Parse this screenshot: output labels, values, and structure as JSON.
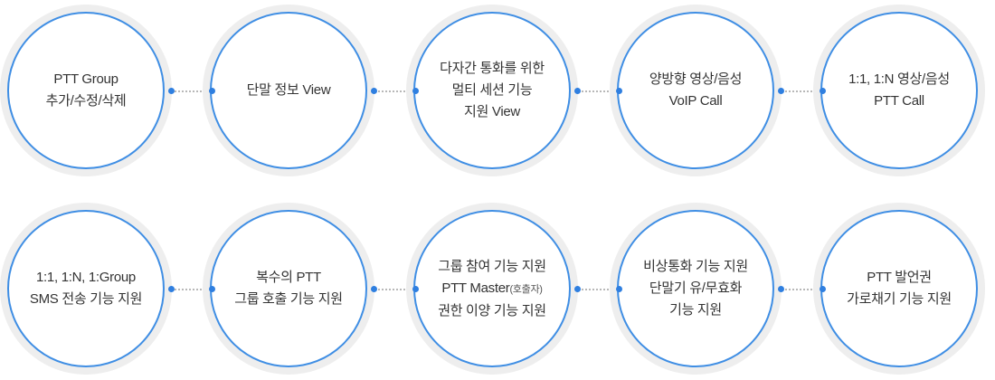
{
  "colors": {
    "ring": "#eeeeee",
    "border": "#3f8ee4",
    "dot": "#2f7fe0",
    "connector": "#b8b8b8",
    "text": "#333333"
  },
  "rows": [
    {
      "items": [
        {
          "lines": [
            "PTT Group",
            "추가/수정/삭제"
          ]
        },
        {
          "lines": [
            "단말 정보 View"
          ]
        },
        {
          "lines": [
            "다자간 통화를 위한",
            "멀티 세션 기능",
            "지원 View"
          ]
        },
        {
          "lines": [
            "양방향 영상/음성",
            "VoIP Call"
          ]
        },
        {
          "lines": [
            "1:1, 1:N 영상/음성",
            "PTT Call"
          ]
        }
      ]
    },
    {
      "items": [
        {
          "lines": [
            "1:1, 1:N, 1:Group",
            "SMS 전송 기능 지원"
          ]
        },
        {
          "lines": [
            "복수의 PTT",
            "그룹 호출 기능 지원"
          ]
        },
        {
          "lines": [
            "그룹 참여 기능 지원",
            "PTT Master",
            "권한 이양 기능 지원"
          ],
          "note": "(호출자)"
        },
        {
          "lines": [
            "비상통화 기능 지원",
            "단말기 유/무효화",
            "기능 지원"
          ]
        },
        {
          "lines": [
            "PTT 발언권",
            "가로채기 기능 지원"
          ]
        }
      ]
    }
  ]
}
